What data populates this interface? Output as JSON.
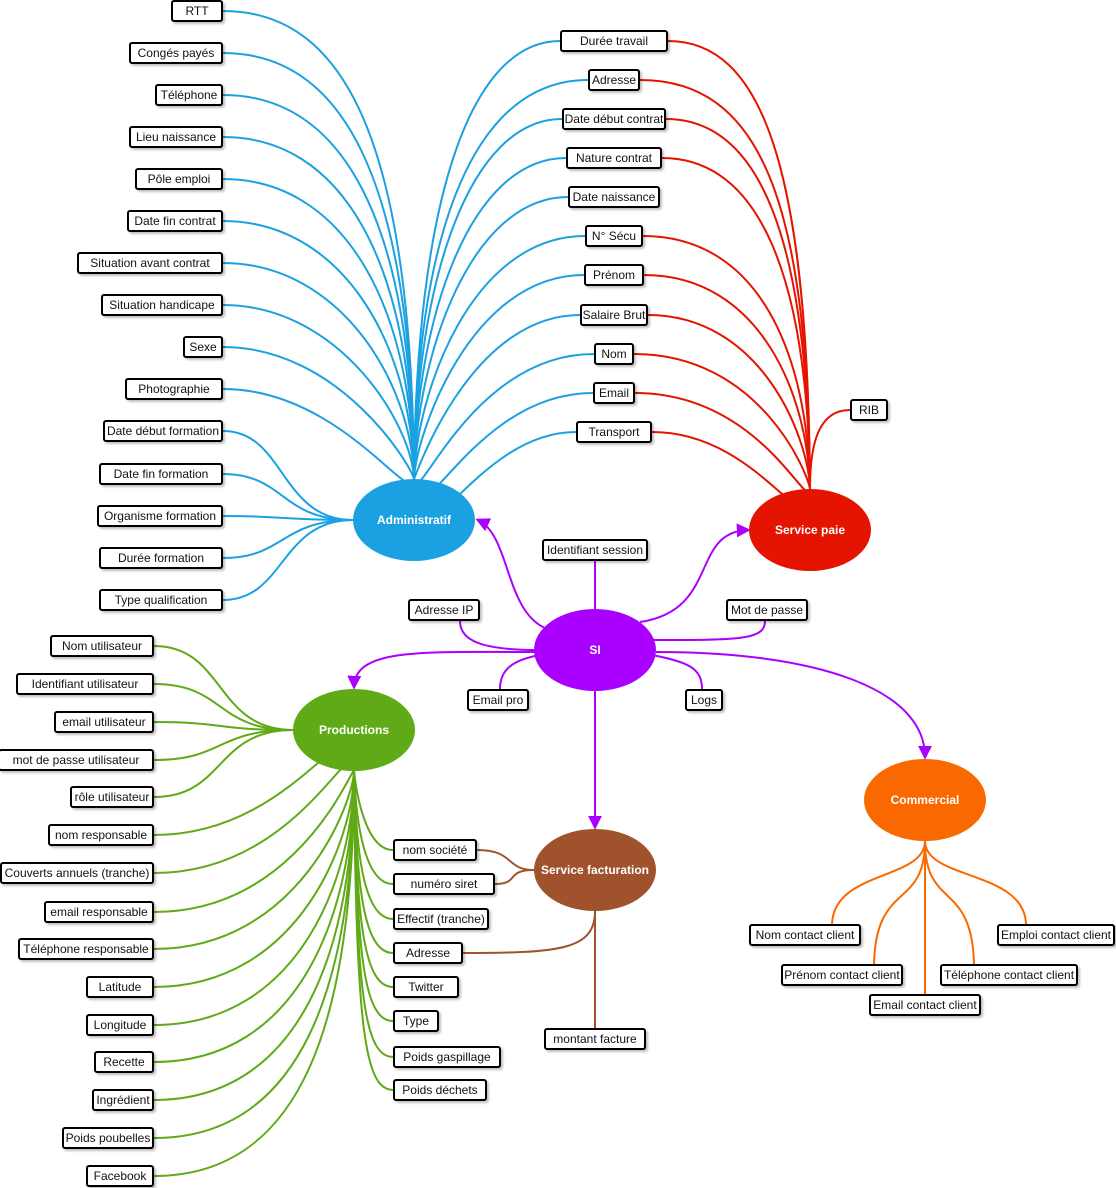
{
  "colors": {
    "si": "#aa00ff",
    "admin": "#1ba1e2",
    "paie": "#e51400",
    "prod": "#60a917",
    "fact": "#a0522d",
    "comm": "#fa6800"
  },
  "hubs": {
    "si": "SI",
    "admin": "Administratif",
    "paie": "Service paie",
    "prod": "Productions",
    "fact": "Service facturation",
    "comm": "Commercial"
  },
  "si_fields": [
    "Identifiant session",
    "Adresse IP",
    "Mot de passe",
    "Email pro",
    "Logs"
  ],
  "admin_fields": [
    "RTT",
    "Congés payés",
    "Téléphone",
    "Lieu naissance",
    "Pôle emploi",
    "Date fin contrat",
    "Situation avant contrat",
    "Situation handicape",
    "Sexe",
    "Photographie",
    "Date début formation",
    "Date fin formation",
    "Organisme formation",
    "Durée formation",
    "Type qualification"
  ],
  "shared_fields": [
    "Durée travail",
    "Adresse",
    "Date début contrat",
    "Nature contrat",
    "Date naissance",
    "N° Sécu",
    "Prénom",
    "Salaire Brut",
    "Nom",
    "Email",
    "Transport"
  ],
  "paie_fields": [
    "RIB"
  ],
  "prod_fields": [
    "Nom utilisateur",
    "Identifiant utilisateur",
    "email utilisateur",
    "mot de passe utilisateur",
    "rôle utilisateur",
    "nom responsable",
    "Couverts annuels (tranche)",
    "email responsable",
    "Téléphone responsable",
    "Latitude",
    "Longitude",
    "Recette",
    "Ingrédient",
    "Poids poubelles",
    "Facebook"
  ],
  "prod_fact_fields": [
    "nom société",
    "numéro siret",
    "Effectif (tranche)",
    "Adresse",
    "Twitter",
    "Type",
    "Poids gaspillage",
    "Poids déchets"
  ],
  "fact_fields": [
    "montant facture"
  ],
  "comm_fields": [
    "Nom contact client",
    "Prénom contact client",
    "Email contact client",
    "Téléphone contact client",
    "Emploi contact client"
  ]
}
